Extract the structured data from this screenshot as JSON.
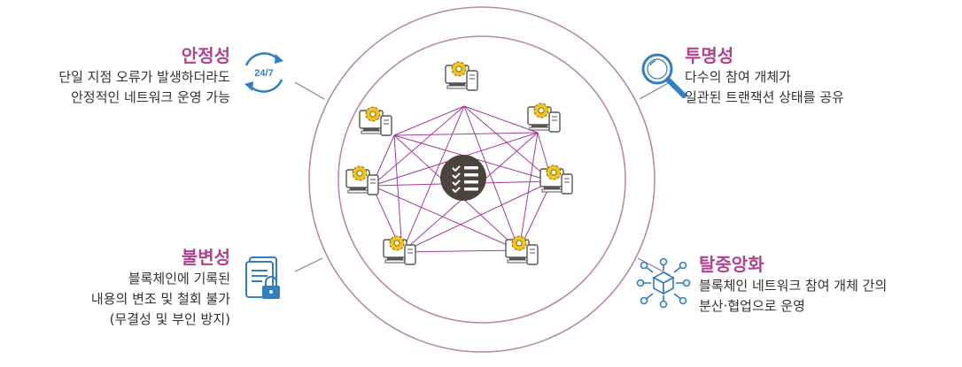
{
  "features": {
    "stability": {
      "title": "안정성",
      "lines": [
        "단일 지점 오류가 발생하더라도",
        "안정적인 네트워크 운영 가능"
      ],
      "icon": "clock-24-7-icon"
    },
    "immutability": {
      "title": "불변성",
      "lines": [
        "블록체인에 기록된",
        "내용의 변조 및 철회 불가",
        "(무결성 및 부인 방지)"
      ],
      "icon": "locked-document-icon"
    },
    "transparency": {
      "title": "투명성",
      "lines": [
        "다수의 참여 개체가",
        "일관된 트랜잭션 상태를 공유"
      ],
      "icon": "magnifier-icon"
    },
    "decentralization": {
      "title": "탈중앙화",
      "lines": [
        "블록체인 네트워크 참여 개체 간의",
        "분산·협업으로 운영"
      ],
      "icon": "distributed-cube-icon"
    }
  },
  "icon_text": {
    "clock": "24/7"
  },
  "network": {
    "node_count": 7,
    "center_icon": "ledger-list-icon",
    "node_icon": "computer-gear-icon"
  },
  "colors": {
    "accent": "#b0428e",
    "ring": "#b489ab",
    "mesh": "#a13d96",
    "icon_blue": "#2f7fc1",
    "center": "#4d433d",
    "gear": "#f0c419",
    "text": "#333333"
  }
}
